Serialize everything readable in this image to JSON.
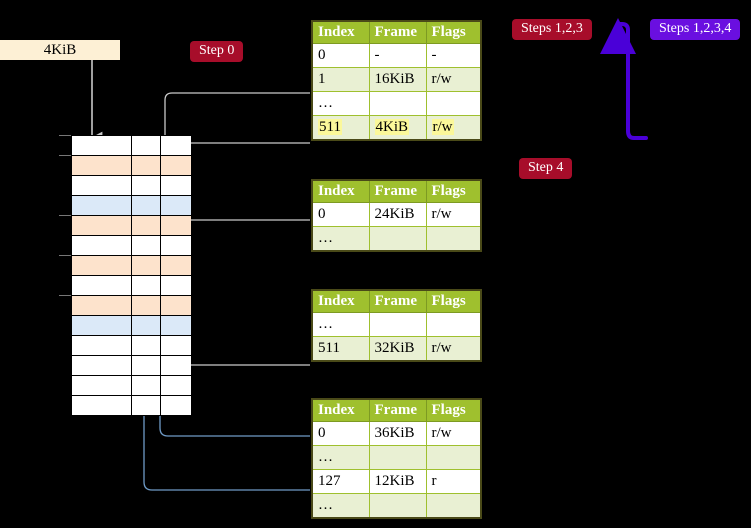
{
  "diagram": {
    "title_badges": [
      {
        "name": "step-0",
        "label": "Step 0"
      },
      {
        "name": "steps-123",
        "label": "Steps 1,2,3"
      },
      {
        "name": "steps-1234",
        "label": "Steps 1,2,3,4"
      },
      {
        "name": "step-4",
        "label": "Step 4"
      }
    ],
    "size_label": "4KiB",
    "columns": [
      "Index",
      "Frame",
      "Flags"
    ],
    "tables": [
      {
        "name": "page-table-level-1",
        "rows": [
          {
            "index": "0",
            "frame": "-",
            "flags": "-",
            "alt": false,
            "hl": false
          },
          {
            "index": "1",
            "frame": "16KiB",
            "flags": "r/w",
            "alt": true,
            "hl": false
          },
          {
            "index": "…",
            "frame": "",
            "flags": "",
            "alt": false,
            "hl": false
          },
          {
            "index": "511",
            "frame": "4KiB",
            "flags": "r/w",
            "alt": true,
            "hl": true
          }
        ]
      },
      {
        "name": "page-table-level-2",
        "rows": [
          {
            "index": "0",
            "frame": "24KiB",
            "flags": "r/w",
            "alt": false,
            "hl": false
          },
          {
            "index": "…",
            "frame": "",
            "flags": "",
            "alt": true,
            "hl": false
          }
        ]
      },
      {
        "name": "page-table-level-3",
        "rows": [
          {
            "index": "…",
            "frame": "",
            "flags": "",
            "alt": false,
            "hl": false
          },
          {
            "index": "511",
            "frame": "32KiB",
            "flags": "r/w",
            "alt": true,
            "hl": false
          }
        ]
      },
      {
        "name": "page-table-level-4",
        "rows": [
          {
            "index": "0",
            "frame": "36KiB",
            "flags": "r/w",
            "alt": false,
            "hl": false
          },
          {
            "index": "…",
            "frame": "",
            "flags": "",
            "alt": true,
            "hl": false
          },
          {
            "index": "127",
            "frame": "12KiB",
            "flags": "r",
            "alt": false,
            "hl": false
          },
          {
            "index": "…",
            "frame": "",
            "flags": "",
            "alt": true,
            "hl": false
          }
        ]
      }
    ],
    "memory_rows": [
      {
        "fill": "white",
        "tick": true
      },
      {
        "fill": "orange",
        "tick": true
      },
      {
        "fill": "white",
        "tick": false
      },
      {
        "fill": "blue",
        "tick": false
      },
      {
        "fill": "orange",
        "tick": true
      },
      {
        "fill": "white",
        "tick": false
      },
      {
        "fill": "orange",
        "tick": true
      },
      {
        "fill": "white",
        "tick": false
      },
      {
        "fill": "orange",
        "tick": true
      },
      {
        "fill": "blue",
        "tick": false
      },
      {
        "fill": "white",
        "tick": false
      },
      {
        "fill": "white",
        "tick": false
      },
      {
        "fill": "white",
        "tick": false
      },
      {
        "fill": "white",
        "tick": false
      }
    ],
    "colors": {
      "header_green": "#9fc02e",
      "row_alt": "#e9f0d3",
      "highlight_yellow": "#fbf89a",
      "badge_red": "#a70d2a",
      "badge_blue": "#6a0fe0",
      "mem_orange": "#fde3cc",
      "mem_blue": "#dbe9f8",
      "size_label_bg": "#fdf0d5",
      "background": "#000000"
    }
  }
}
